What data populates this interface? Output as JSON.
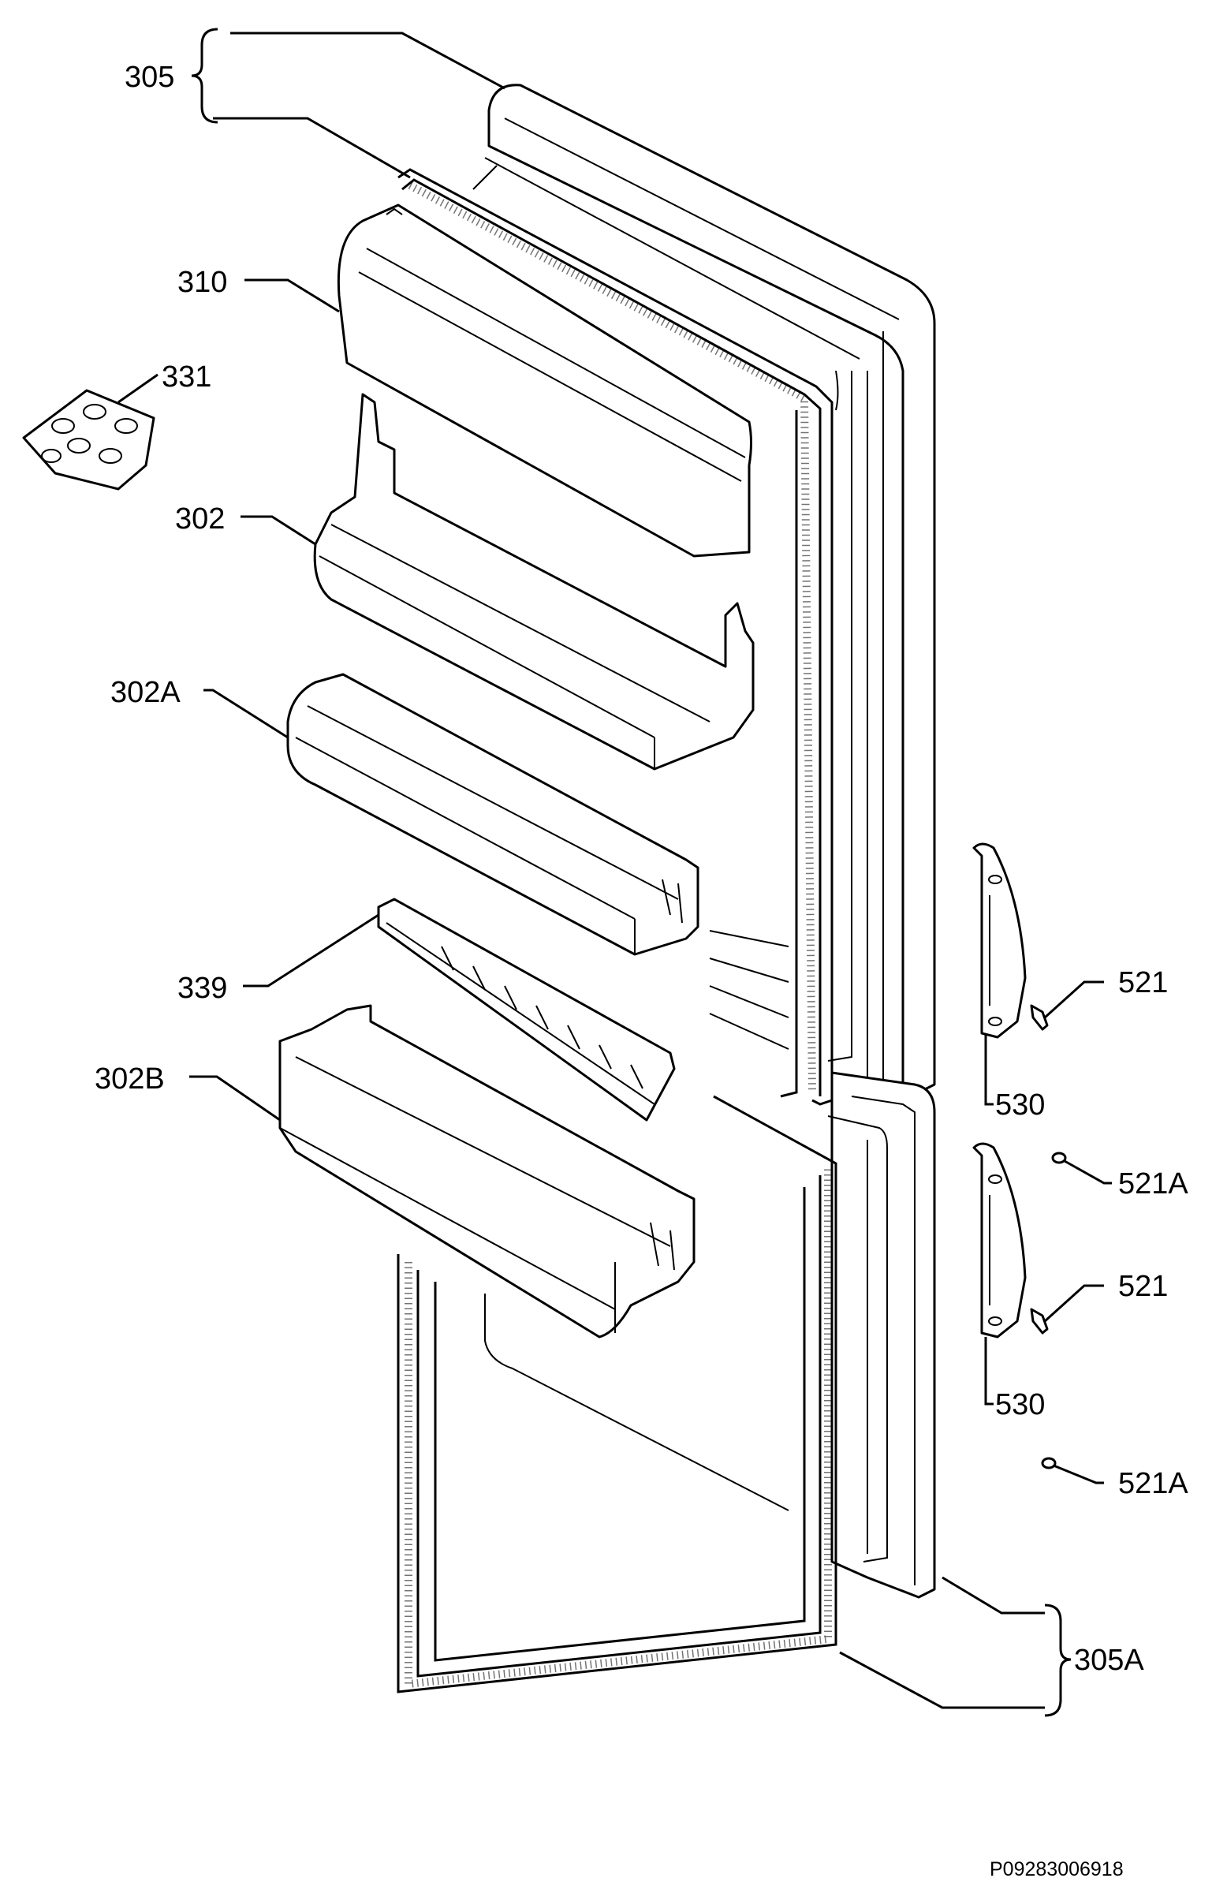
{
  "labels": {
    "l305": "305",
    "l310": "310",
    "l331": "331",
    "l302": "302",
    "l302a": "302A",
    "l339": "339",
    "l302b": "302B",
    "l521_top": "521",
    "l530_top": "530",
    "l521a_top": "521A",
    "l521_bottom": "521",
    "l530_bottom": "530",
    "l521a_bottom": "521A",
    "l305a": "305A"
  },
  "footer": {
    "code": "P09283006918"
  }
}
